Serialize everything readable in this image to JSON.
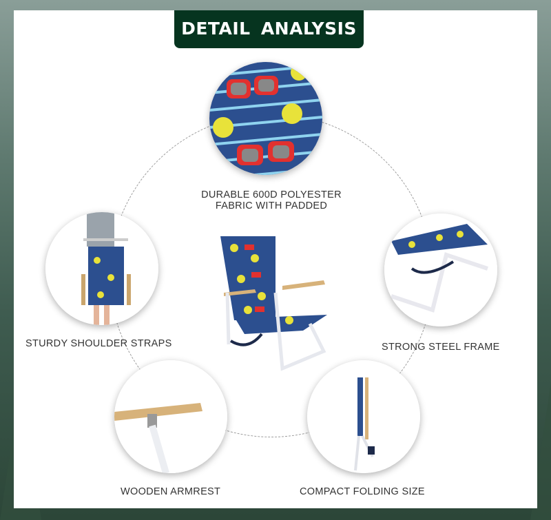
{
  "header": {
    "title": "DETAIL ANALYSIS"
  },
  "features": [
    {
      "line1": "DURABLE 600D POLYESTER",
      "line2": "FABRIC WITH PADDED",
      "icon": "fabric-closeup"
    },
    {
      "label": "STURDY SHOULDER STRAPS",
      "icon": "shoulder-strap"
    },
    {
      "label": "STRONG STEEL FRAME",
      "icon": "steel-frame"
    },
    {
      "label": "WOODEN ARMREST",
      "icon": "wooden-armrest"
    },
    {
      "label": "COMPACT FOLDING SIZE",
      "icon": "folded-chair"
    }
  ],
  "colors": {
    "header": "#06341f",
    "fabric": "#2c4f8f",
    "sunglasses_red": "#e2312f",
    "sunglasses_yellow": "#e8e23a"
  }
}
